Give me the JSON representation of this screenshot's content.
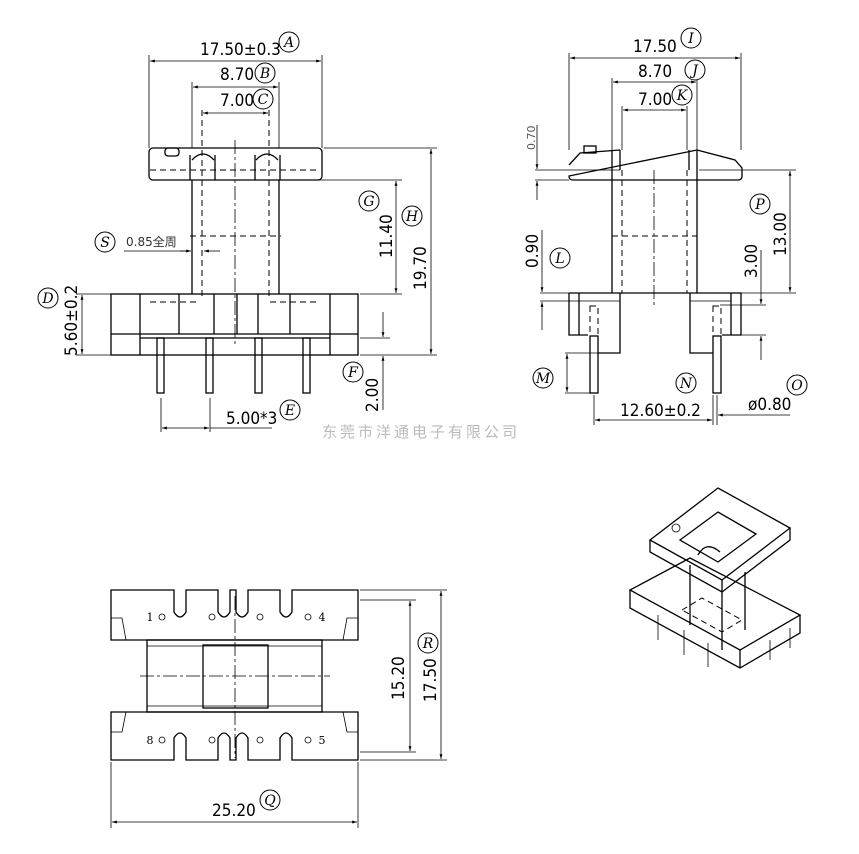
{
  "front_view": {
    "dim_a": "17.50±0.3",
    "label_a": "A",
    "dim_b": "8.70",
    "label_b": "B",
    "dim_c": "7.00",
    "label_c": "C",
    "dim_d": "5.60±0.2",
    "label_d": "D",
    "dim_e": "5.00*3",
    "label_e": "E",
    "dim_f": "2.00",
    "label_f": "F",
    "dim_g": "11.40",
    "label_g": "G",
    "dim_h": "19.70",
    "label_h": "H",
    "dim_s": "0.85全周",
    "label_s": "S"
  },
  "side_view": {
    "dim_i": "17.50",
    "label_i": "I",
    "dim_j": "8.70",
    "label_j": "J",
    "dim_k": "7.00",
    "label_k": "K",
    "dim_070": "0.70",
    "dim_l": "0.90",
    "label_l": "L",
    "label_m": "M",
    "dim_n": "12.60±0.2",
    "label_n": "N",
    "dim_o": "ø0.80",
    "label_o": "O",
    "dim_p": "13.00",
    "label_p": "P",
    "dim_300": "3.00"
  },
  "bottom_view": {
    "dim_q": "25.20",
    "label_q": "Q",
    "dim_r": "17.50",
    "label_r": "R",
    "dim_1520": "15.20",
    "pins": [
      "1",
      "4",
      "8",
      "5"
    ]
  },
  "watermark": "东莞市洋通电子有限公司"
}
